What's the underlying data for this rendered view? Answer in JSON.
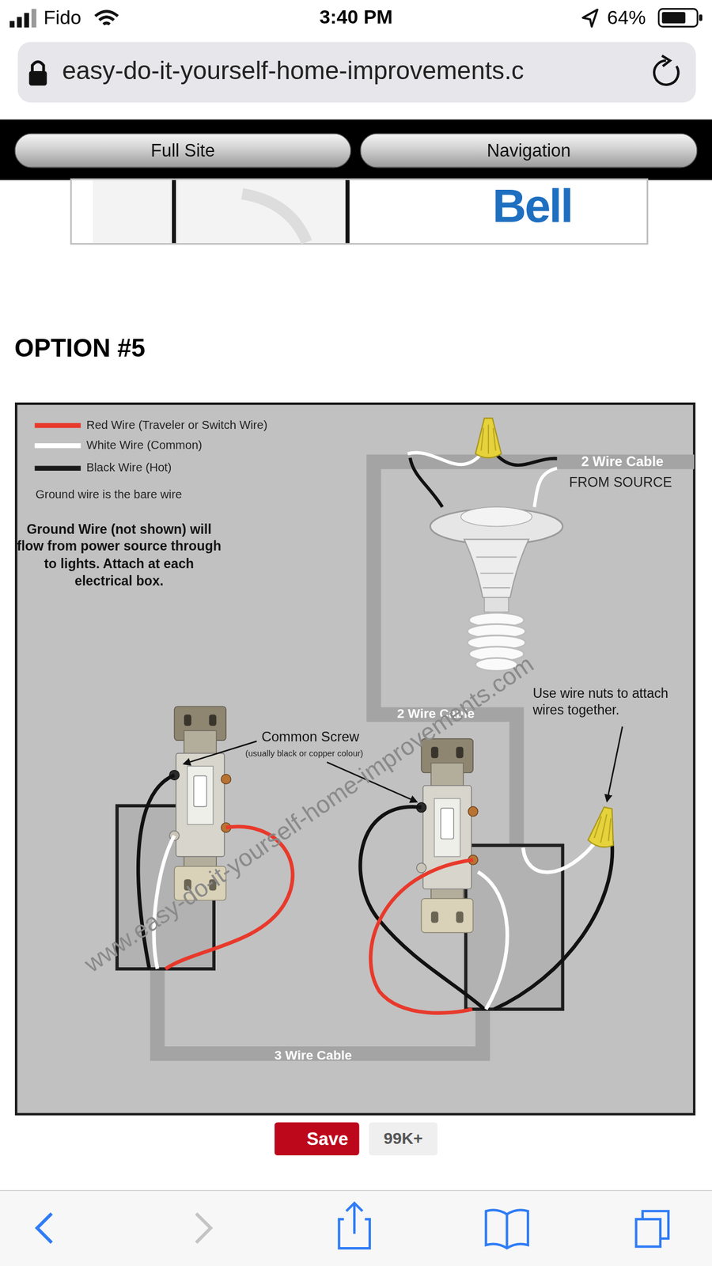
{
  "diagram": {
    "title": "OPTION #5",
    "nodes": [
      {
        "text": [
          "Full Site"
        ]
      },
      {
        "text": [
          "Navigation"
        ]
      },
      {
        "text": [
          "Save"
        ]
      },
      {
        "text": [
          "99K+"
        ]
      }
    ],
    "labels": [
      "Fido",
      "3:40 PM",
      "64%",
      "easy-do-it-yourself-home-improvements.c",
      "Bell",
      "Ground wire is the bare wire",
      "Ground Wire (not shown) will flow from power source through to lights. Attach at each electrical box.",
      "2 Wire Cable",
      "FROM SOURCE",
      "Use wire nuts to attach wires together.",
      "2 Wire Cable",
      "Common Screw",
      "(usually black or copper colour)",
      "3 Wire Cable",
      "www.easy-do-it-yourself-home-improvements.com"
    ],
    "legend": [
      {
        "text": "Red Wire (Traveler or Switch Wire)",
        "color": "#e8392b"
      },
      {
        "text": "White Wire (Common)",
        "color": "#ffffff"
      },
      {
        "text": "Black Wire (Hot)",
        "color": "#1a1a1a"
      }
    ]
  }
}
